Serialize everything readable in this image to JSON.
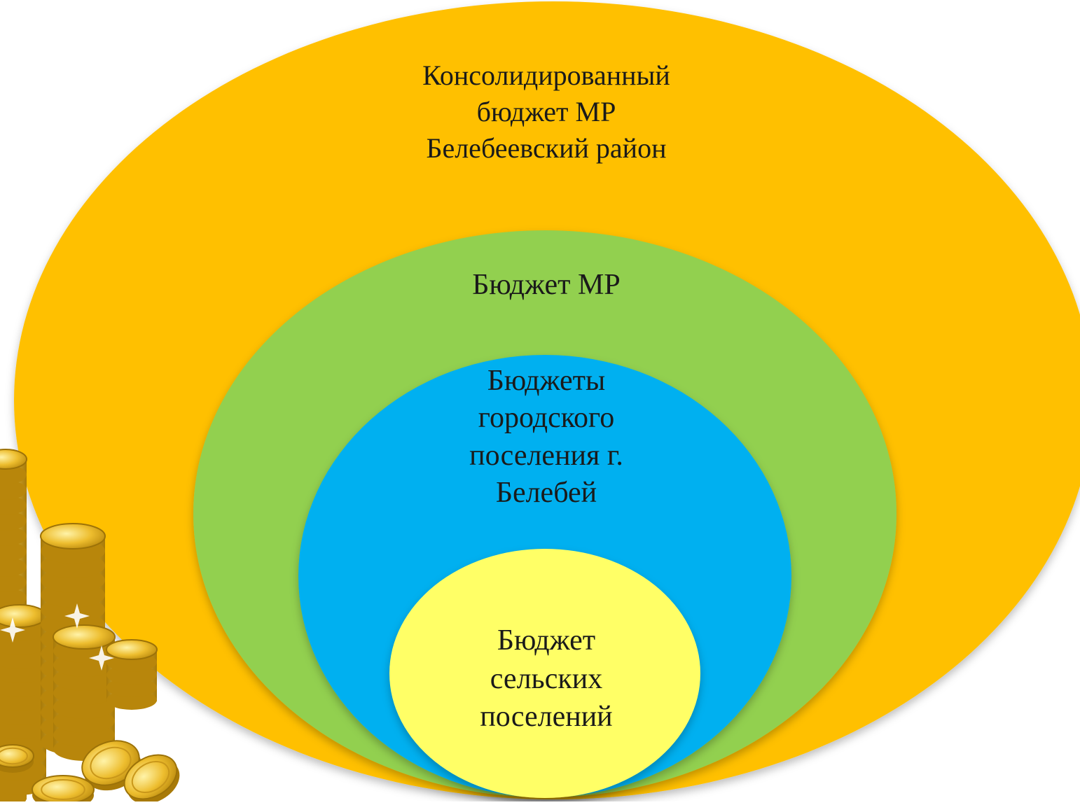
{
  "diagram": {
    "levels": [
      {
        "id": "outer",
        "label": "Консолидированный\nбюджет МР\nБелебеевский район",
        "color": "#FFC000"
      },
      {
        "id": "second",
        "label": "Бюджет МР",
        "color": "#92D050"
      },
      {
        "id": "third",
        "label": "Бюджеты\nгородского\nпоселения г.\nБелебей",
        "color": "#00B0F0"
      },
      {
        "id": "inner",
        "label": "Бюджет\nсельских\nпоселений",
        "color": "#FFFF66"
      }
    ]
  },
  "illustration": {
    "icon": "gold-coins-stack-icon",
    "coin_color": "#E8B828"
  }
}
